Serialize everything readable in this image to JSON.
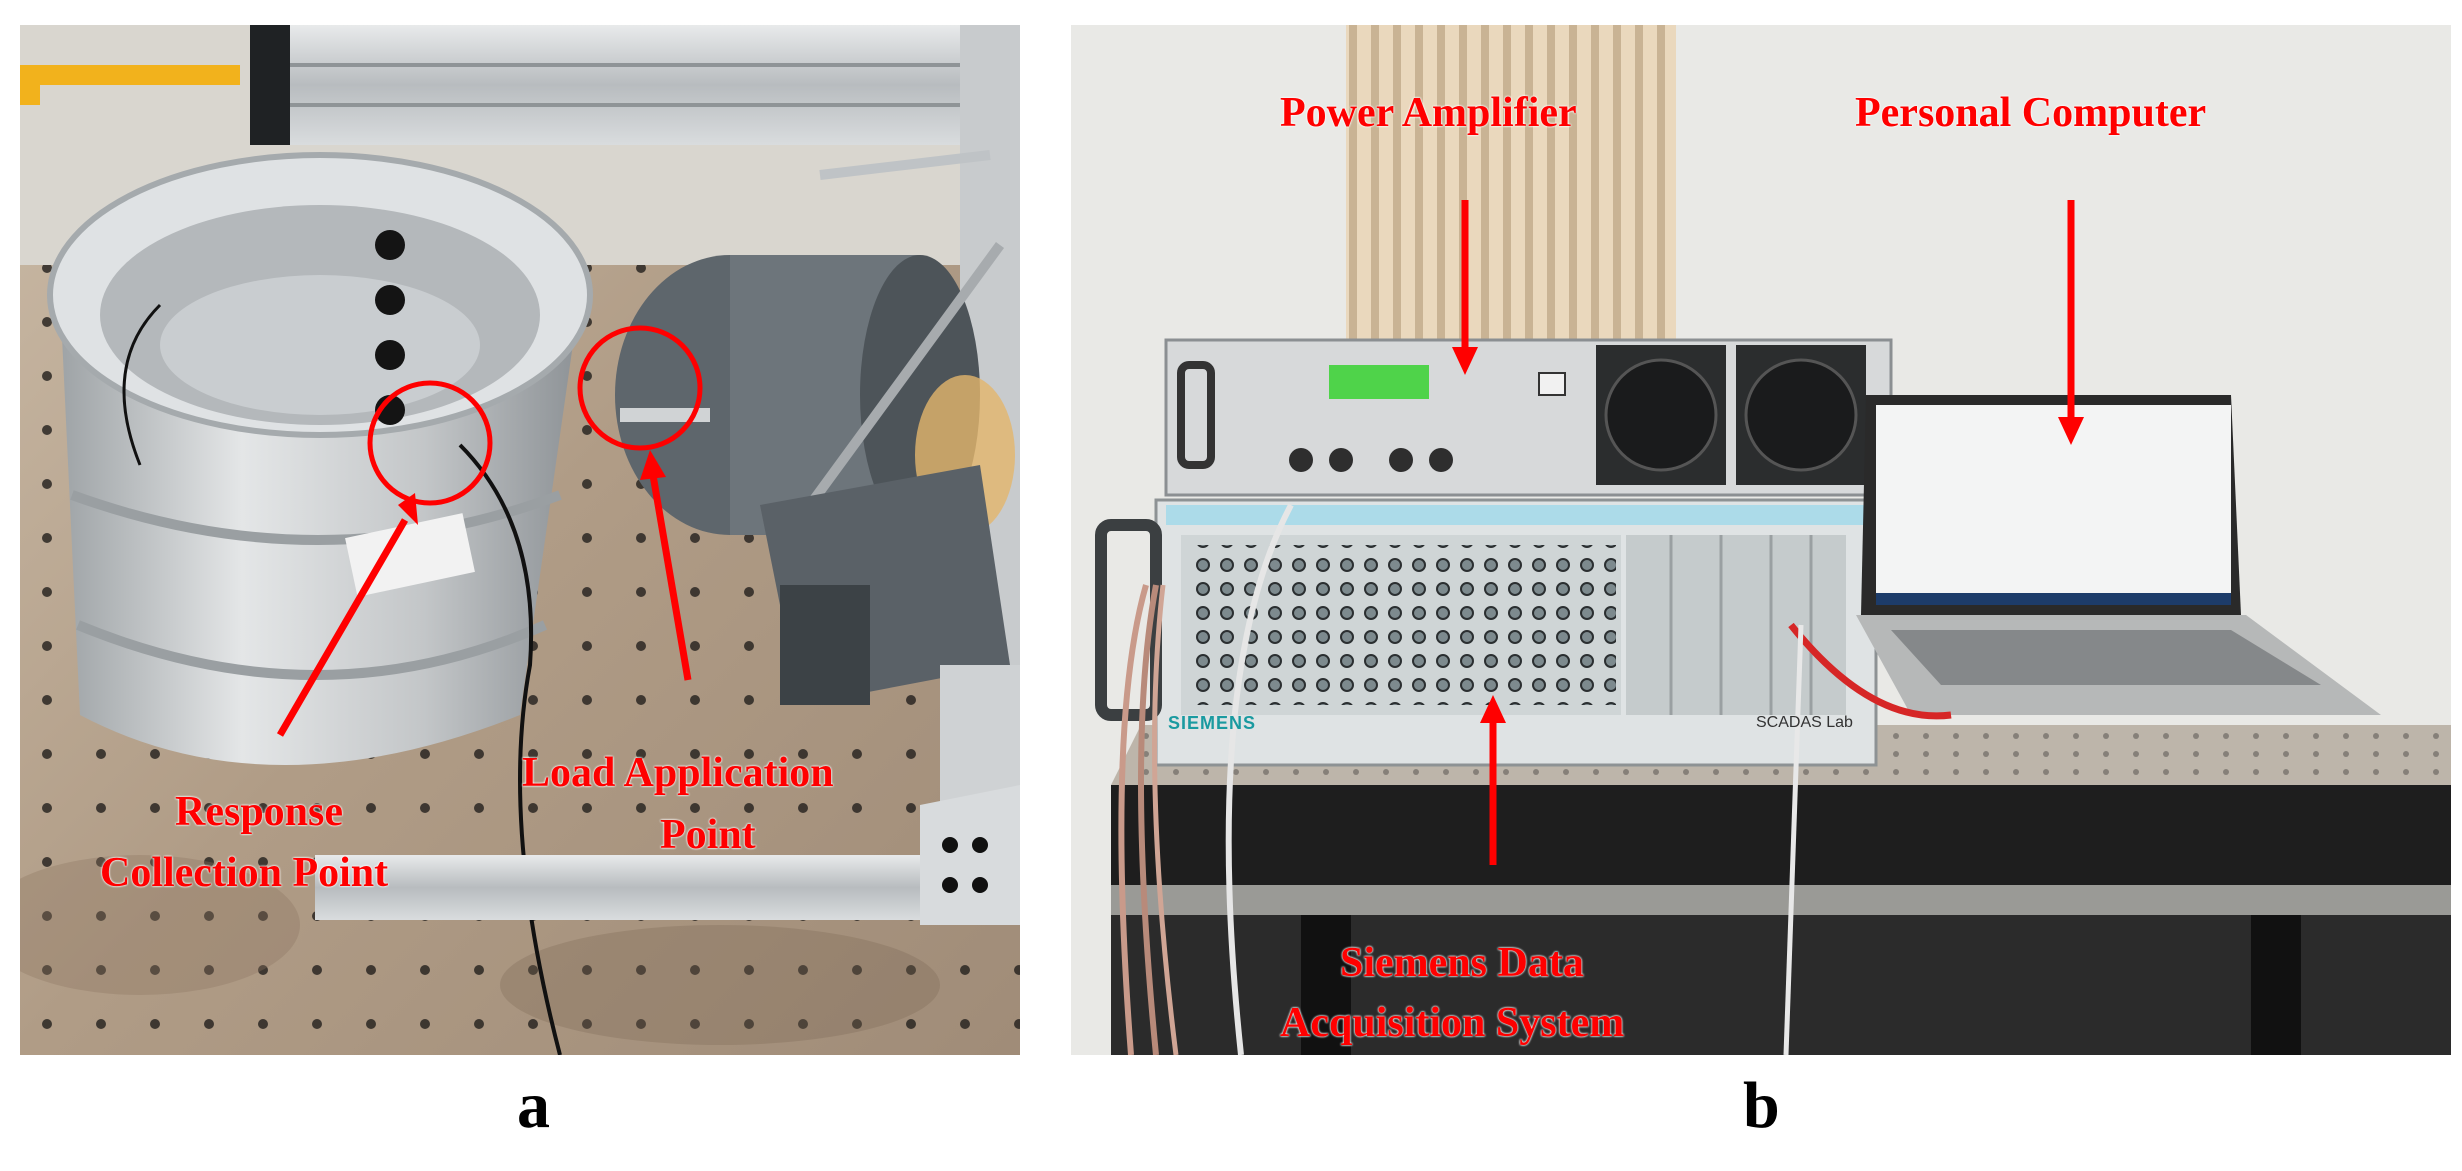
{
  "panels": {
    "a": {
      "letter": "a",
      "labels": {
        "response_line1": "Response",
        "response_line2": "Collection Point",
        "load_line1": "Load Application",
        "load_line2": "Point"
      }
    },
    "b": {
      "letter": "b",
      "labels": {
        "power_amplifier": "Power Amplifier",
        "personal_computer": "Personal Computer",
        "siemens_line1": "Siemens Data",
        "siemens_line2": "Acquisition System"
      },
      "device_text": {
        "siemens_brand": "SIEMENS",
        "scadas": "SCADAS Lab"
      }
    }
  },
  "colors": {
    "annotation": "#ff0000",
    "aluminum": "#c9ccce",
    "shaker_gray": "#6b7278",
    "floor": "#b9a793",
    "siemens_teal": "#1a9aa0"
  }
}
